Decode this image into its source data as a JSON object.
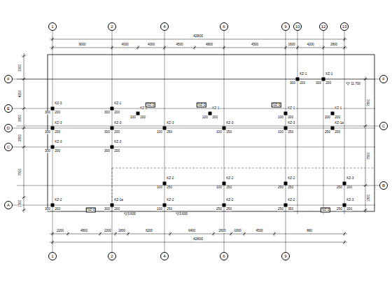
{
  "diagram": {
    "nodes": [
      {
        "text": [
          "1"
        ]
      },
      {
        "text": [
          "2"
        ]
      },
      {
        "text": [
          "4"
        ]
      },
      {
        "text": [
          "6"
        ]
      },
      {
        "text": [
          "9"
        ]
      },
      {
        "text": [
          "10"
        ]
      },
      {
        "text": [
          "12"
        ]
      },
      {
        "text": [
          "13"
        ]
      },
      {
        "text": [
          "F"
        ]
      },
      {
        "text": [
          "F"
        ]
      },
      {
        "text": [
          "E"
        ]
      },
      {
        "text": [
          "C"
        ]
      },
      {
        "text": [
          "D"
        ]
      },
      {
        "text": [
          "C"
        ]
      },
      {
        "text": [
          "B"
        ]
      },
      {
        "text": [
          "A"
        ]
      },
      {
        "text": [
          "1"
        ]
      },
      {
        "text": [
          "2"
        ]
      },
      {
        "text": [
          "4"
        ]
      },
      {
        "text": [
          "6"
        ]
      },
      {
        "text": [
          "9"
        ]
      }
    ],
    "labels": [
      "42800",
      "9000",
      "4000",
      "4000",
      "4500",
      "4800",
      "4500",
      "1600",
      "4200",
      "2800",
      "2200",
      "4800",
      "2200",
      "1800",
      "6200",
      "6400",
      "2600",
      "1900",
      "4500",
      "860",
      "42800",
      "3300",
      "4200",
      "3800",
      "2800",
      "7500",
      "1300",
      "7800",
      "7500",
      "1800",
      "KZ-1",
      "300",
      "200",
      "KZ-1",
      "300",
      "200",
      "KZ-3",
      "300",
      "200",
      "KZ-1",
      "300",
      "200",
      "KZ-1",
      "100",
      "200",
      "KZ-1",
      "100",
      "200",
      "KZ-1",
      "100",
      "200",
      "KZ-1",
      "200",
      "200",
      "KZ-3",
      "300",
      "200",
      "KZ-3",
      "300",
      "200",
      "KZ-3",
      "100",
      "250",
      "KZ-3",
      "100",
      "250",
      "KZ-3",
      "100",
      "250",
      "KZ-1a",
      "250",
      "200",
      "KZ-3",
      "300",
      "200",
      "KZ-3",
      "300",
      "200",
      "KZ-2",
      "100",
      "250",
      "KZ-2",
      "100",
      "250",
      "KZ-2",
      "250",
      "250",
      "KZ-3",
      "250",
      "200",
      "KZ-2",
      "300",
      "200",
      "KZ-1a",
      "300",
      "200",
      "KZ-2",
      "100",
      "250",
      "KZ-2",
      "250",
      "250",
      "KZ-2",
      "250",
      "350",
      "KZ-3",
      "250",
      "200",
      "GZ-1",
      "GZ-1",
      "GZ-1",
      "GZ-1",
      "GZ-1",
      "3.600",
      "3.600",
      "11.700"
    ]
  }
}
